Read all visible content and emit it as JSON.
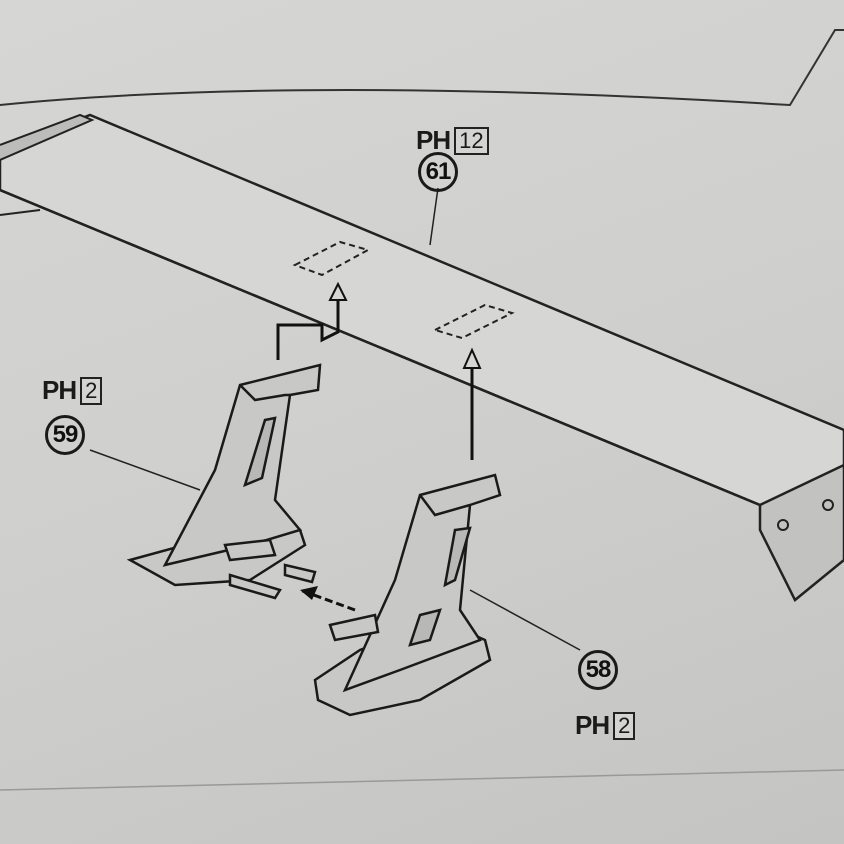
{
  "parts": [
    {
      "number": "61",
      "paint_code": "PH",
      "paint_number": "12"
    },
    {
      "number": "59",
      "paint_code": "PH",
      "paint_number": "2"
    },
    {
      "number": "58",
      "paint_code": "PH",
      "paint_number": "2"
    }
  ],
  "colors": {
    "paper": "#d0d0ce",
    "ink": "#1a1a1a",
    "part_fill": "#c8c8c6"
  }
}
